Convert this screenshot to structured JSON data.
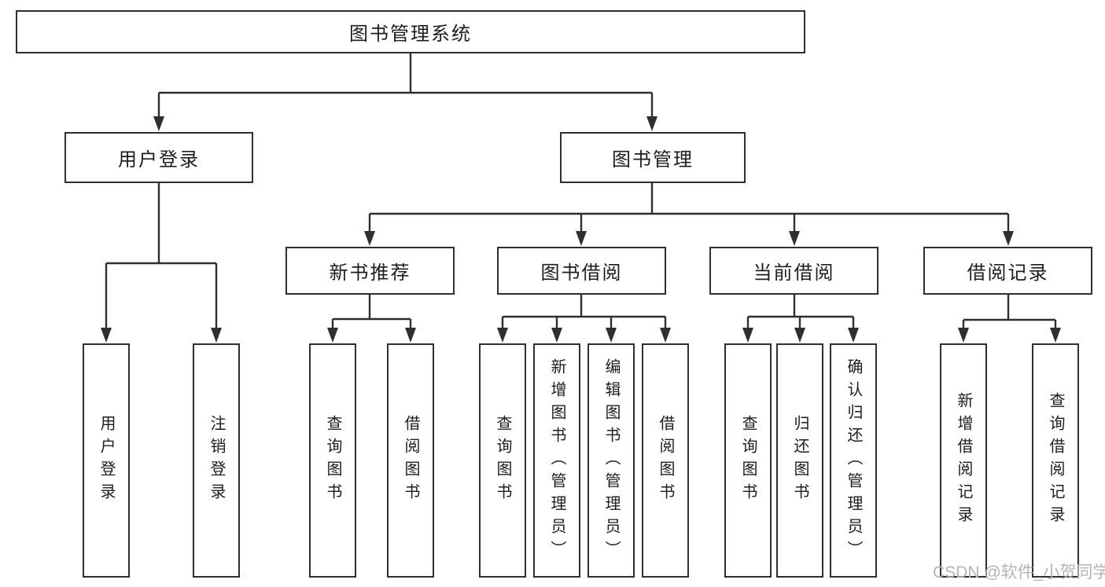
{
  "diagram_title": "图书管理系统",
  "nodes": {
    "root": {
      "label": "图书管理系统"
    },
    "user_login": {
      "label": "用户登录"
    },
    "book_management": {
      "label": "图书管理"
    },
    "new_book_recommend": {
      "label": "新书推荐"
    },
    "book_borrowing": {
      "label": "图书借阅"
    },
    "current_borrowing": {
      "label": "当前借阅"
    },
    "borrow_records": {
      "label": "借阅记录"
    },
    "leaf_user_login": {
      "label": "用户登录"
    },
    "leaf_logout": {
      "label": "注销登录"
    },
    "nbr_query_books": {
      "label": "查询图书"
    },
    "nbr_borrow_books": {
      "label": "借阅图书"
    },
    "bb_query_books": {
      "label": "查询图书"
    },
    "bb_add_books_admin": {
      "label": "新增图书（管理员）"
    },
    "bb_edit_books_admin": {
      "label": "编辑图书（管理员）"
    },
    "bb_borrow_books": {
      "label": "借阅图书"
    },
    "cb_query_books": {
      "label": "查询图书"
    },
    "cb_return_books": {
      "label": "归还图书"
    },
    "cb_confirm_return_admin": {
      "label": "确认归还（管理员）"
    },
    "br_add_record": {
      "label": "新增借阅记录"
    },
    "br_query_record": {
      "label": "查询借阅记录"
    }
  },
  "edges": [
    [
      "root",
      "user_login"
    ],
    [
      "root",
      "book_management"
    ],
    [
      "user_login",
      "leaf_user_login"
    ],
    [
      "user_login",
      "leaf_logout"
    ],
    [
      "book_management",
      "new_book_recommend"
    ],
    [
      "book_management",
      "book_borrowing"
    ],
    [
      "book_management",
      "current_borrowing"
    ],
    [
      "book_management",
      "borrow_records"
    ],
    [
      "new_book_recommend",
      "nbr_query_books"
    ],
    [
      "new_book_recommend",
      "nbr_borrow_books"
    ],
    [
      "book_borrowing",
      "bb_query_books"
    ],
    [
      "book_borrowing",
      "bb_add_books_admin"
    ],
    [
      "book_borrowing",
      "bb_edit_books_admin"
    ],
    [
      "book_borrowing",
      "bb_borrow_books"
    ],
    [
      "current_borrowing",
      "cb_query_books"
    ],
    [
      "current_borrowing",
      "cb_return_books"
    ],
    [
      "current_borrowing",
      "cb_confirm_return_admin"
    ],
    [
      "borrow_records",
      "br_add_record"
    ],
    [
      "borrow_records",
      "br_query_record"
    ]
  ],
  "watermark": {
    "text": "CSDN @软件_小贺同学"
  },
  "colors": {
    "bg": "#ffffff",
    "line": "#2f2f2f",
    "border": "#2f2f2f",
    "fill": "#ffffff",
    "text": "#1d1d1d",
    "watermark": "#b4b4b4"
  }
}
